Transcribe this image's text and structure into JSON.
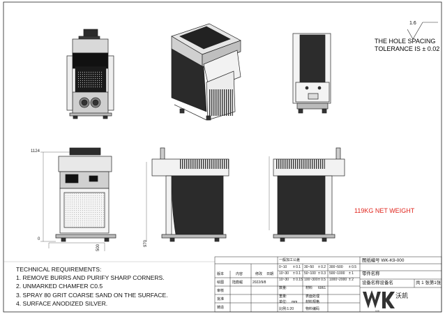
{
  "roughness": {
    "value": "1.6"
  },
  "notes": {
    "hole_spacing": [
      "THE HOLE SPACING",
      "TOLERANCE IS ± 0.02"
    ],
    "weight": "119KG NET WEIGHT"
  },
  "dimensions": {
    "height": "1124",
    "depth": "970",
    "width": "500",
    "ground": "0"
  },
  "tech": {
    "title": "TECHNICAL REQUIREMENTS:",
    "items": [
      "1. REMOVE BURRS AND PURIFY SHARP CORNERS.",
      "2. UNMARKED CHAMFER C0.5",
      "3. SPRAY 80 GRIT COARSE SAND ON THE SURFACE.",
      "4. SURFACE ANODIZED SILVER."
    ]
  },
  "title_block": {
    "tolerance_header": "一般加工公差",
    "tolerance_rows": [
      [
        "0~10",
        "± 0.1",
        "30~50",
        "± 0.2",
        "300~500",
        "± 0.5"
      ],
      [
        "10~30",
        "± 0.1",
        "50~100",
        "± 0.3",
        "500~1000",
        "± 1"
      ],
      [
        "10~30",
        "± 0.15",
        "100~300",
        "± 0.5",
        "1000~2000",
        "± 2"
      ]
    ],
    "drawing_no": "图纸编号 WK-K9-000",
    "part_name": "零件名称",
    "part_value": "设备名称设备名",
    "sheet": "共 1 张第1张",
    "row_labels": [
      "版本",
      "内容",
      "修改",
      "日期"
    ],
    "row_values": [
      [
        "绘图",
        "陆廏崛",
        "2022/9/8"
      ],
      [
        "审核",
        "",
        ""
      ],
      [
        "批准",
        "",
        ""
      ],
      [
        "铸造",
        "",
        ""
      ]
    ],
    "qty_label": "数量:",
    "material_label": "材料",
    "material_value": "6061",
    "weight_label": "重量:",
    "surface_label": "表面处理",
    "unit_label": "单位:",
    "unit_value": "mm",
    "material_spec": "材料规格",
    "scale_label": "比例:1:20",
    "material_code": "物料编码",
    "logo_text": "沃凯",
    "logo_letters": "WK"
  }
}
